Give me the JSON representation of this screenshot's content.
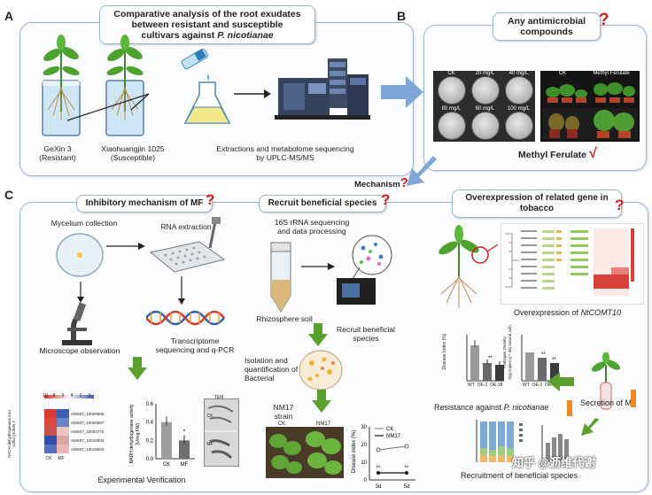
{
  "panel_a": {
    "letter": "A",
    "title_line1": "Comparative analysis of the root exudates",
    "title_line2": "between resistant and susceptible",
    "title_line3": "cultivars  against",
    "title_pathogen": "P. nicotianae",
    "cultivar1_name": "GeXin 3",
    "cultivar1_status": "(Resistant)",
    "cultivar2_name": "Xiaohuangjin 1025",
    "cultivar2_status": "(Susceptible)",
    "method_line1": "Extractions and metabolome sequencing",
    "method_line2": "by UPLC-MS/MS"
  },
  "panel_b": {
    "letter": "B",
    "title_line1": "Any antimicrobial",
    "title_line2": "compounds",
    "qmark": "?",
    "dish_labels": [
      "CK",
      "20 mg/L",
      "40 mg/L",
      "80 mg/L",
      "60 mg/L",
      "100 mg/L"
    ],
    "plant_labels": [
      "CK",
      "Methyl Ferulate"
    ],
    "result": "Methyl Ferulate",
    "check": "√"
  },
  "mechanism": {
    "label": "Mechanism",
    "qmark": "?"
  },
  "panel_c": {
    "letter": "C",
    "sub1": {
      "title": "Inhibitory  mechanism of MF",
      "qmark": "?",
      "mycelium": "Mycelium collection",
      "rna": "RNA extraction",
      "microscope": "Microscope observation",
      "transcriptome_line1": "Transcriptome",
      "transcriptome_line2": "sequencing and q-PCR",
      "heatmap_scale": [
        "10",
        "8",
        "6",
        "4",
        "2",
        "0"
      ],
      "heatmap_ylabel_line1": "NADH dehydrogenase iron",
      "heatmap_ylabel_line2": "sulfur protein 7",
      "heatmap_genes": [
        "AMS07_10000506",
        "AMS07_10000597",
        "AMS07_10004770",
        "AMS07_10010034",
        "AMS07_10015003"
      ],
      "heatmap_cols": [
        "CK",
        "MF"
      ],
      "bar_ylabel_line1": "NADH dehydrogenase activity",
      "bar_ylabel_line2": "(U/mg FW)",
      "bar_ticks": [
        "0.6",
        "0.4",
        "0.2",
        "0.0"
      ],
      "bar_categories": [
        "CK",
        "MF"
      ],
      "bar_star": "*",
      "tem_label": "TEM",
      "tem_ck": "CK",
      "tem_mf": "MF",
      "verification": "Experimental Verification"
    },
    "sub2": {
      "title": "Recruit beneficial species",
      "qmark": "?",
      "seq_line1": "16S rRNA sequencing",
      "seq_line2": "and data processing",
      "soil": "Rhizosphere soil",
      "recruit_line1": "Recruit beneficial",
      "recruit_line2": "species",
      "iso_line1": "Isolation and",
      "iso_line2": "quantification of",
      "iso_line3": "Bacterial",
      "strain_line1": "NM17",
      "strain_line2": "strain",
      "photo_ck": "CK",
      "photo_nm17": "NM17",
      "line_legend": [
        "CK",
        "NM17"
      ],
      "line_ylabel": "Disease index (%)",
      "line_yticks": [
        "30",
        "20",
        "10",
        "0"
      ],
      "line_x": [
        "3d",
        "5d"
      ],
      "line_star": "**"
    },
    "sub3": {
      "title_line1": "Overexpression of related gene in",
      "title_line2": "tobacco",
      "qmark": "?",
      "overexp_prefix": "Overexpression of",
      "overexp_gene": "NtCOMT10",
      "resist_prefix": "Resistance against",
      "resist_pathogen": "P. nicotianae",
      "secretion": "Secretion of MF",
      "recruitment": "Recruitment of beneficial species",
      "bar_left_ylabel": "Disease Index (%)",
      "bar_right_ylabel_line1": "Pathogen Density",
      "bar_right_ylabel_line2": "(log copies g⁻¹ dry natural soil)",
      "bar_x": [
        "WT",
        "OE-2",
        "OE-18"
      ],
      "watermark": "知乎 @沥维代谢"
    }
  },
  "chart_data": [
    {
      "type": "bar",
      "title": "",
      "xlabel": "",
      "ylabel": "NADH dehydrogenase activity (U/mg FW)",
      "categories": [
        "CK",
        "MF"
      ],
      "values": [
        0.4,
        0.2
      ],
      "ylim": [
        0,
        0.6
      ]
    },
    {
      "type": "line",
      "ylabel": "Disease index (%)",
      "x": [
        "3d",
        "5d"
      ],
      "series": [
        {
          "name": "CK",
          "values": [
            17,
            19
          ]
        },
        {
          "name": "NM17",
          "values": [
            4,
            4
          ]
        }
      ],
      "ylim": [
        0,
        30
      ]
    }
  ]
}
